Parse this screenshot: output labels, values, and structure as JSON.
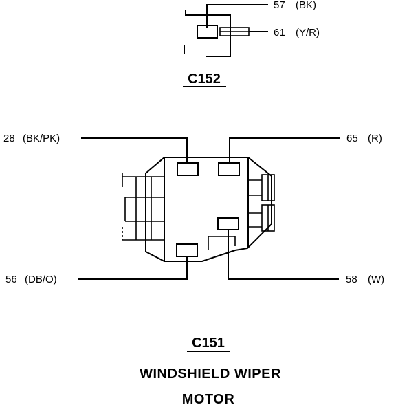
{
  "connectors": {
    "c152": {
      "name": "C152",
      "wires": [
        {
          "circuit": "57",
          "color": "(BK)"
        },
        {
          "circuit": "61",
          "color": "(Y/R)"
        }
      ]
    },
    "c151": {
      "name": "C151",
      "wires": [
        {
          "circuit": "28",
          "color": "(BK/PK)"
        },
        {
          "circuit": "65",
          "color": "(R)"
        },
        {
          "circuit": "56",
          "color": "(DB/O)"
        },
        {
          "circuit": "58",
          "color": "(W)"
        }
      ]
    }
  },
  "caption": {
    "line1": "WINDSHIELD WIPER",
    "line2": "MOTOR"
  }
}
